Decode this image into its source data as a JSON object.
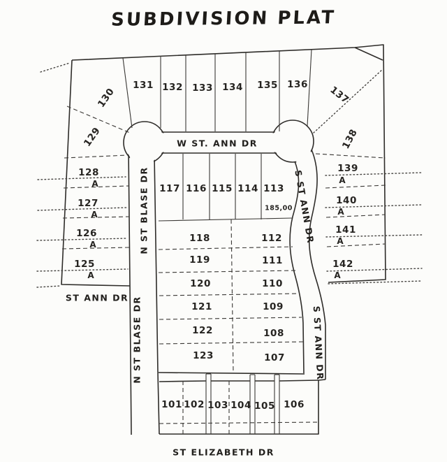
{
  "title": "SUBDIVISION PLAT",
  "streets": {
    "w_st_ann": "W ST. ANN DR",
    "s_st_ann_upper": "S ST ANN DR",
    "s_st_ann_lower": "S ST ANN DR",
    "n_st_blase_upper": "N ST BLASE DR",
    "n_st_blase_lower": "N ST BLASE DR",
    "st_ann_west": "ST ANN DR",
    "st_elizabeth": "ST ELIZABETH DR"
  },
  "lots": {
    "l101": "101",
    "l102": "102",
    "l103": "103",
    "l104": "104",
    "l105": "105",
    "l106": "106",
    "l107": "107",
    "l108": "108",
    "l109": "109",
    "l110": "110",
    "l111": "111",
    "l112": "112",
    "l113": "113",
    "l114": "114",
    "l115": "115",
    "l116": "116",
    "l117": "117",
    "l118": "118",
    "l119": "119",
    "l120": "120",
    "l121": "121",
    "l122": "122",
    "l123": "123",
    "l125": "125",
    "l126": "126",
    "l127": "127",
    "l128": "128",
    "l129": "129",
    "l130": "130",
    "l131": "131",
    "l132": "132",
    "l133": "133",
    "l134": "134",
    "l135": "135",
    "l136": "136",
    "l137": "137",
    "l138": "138",
    "l139": "139",
    "l140": "140",
    "l141": "141",
    "l142": "142"
  },
  "lot_suffixes": {
    "l125": "A",
    "l126": "A",
    "l127": "A",
    "l128": "A",
    "l139": "A",
    "l140": "A",
    "l141": "A",
    "l142": "A"
  },
  "annotations": {
    "dim_under_113": "185,00"
  },
  "colors": {
    "line": "#2e2c29",
    "paper": "#fcfcfa",
    "ink": "#262421"
  }
}
